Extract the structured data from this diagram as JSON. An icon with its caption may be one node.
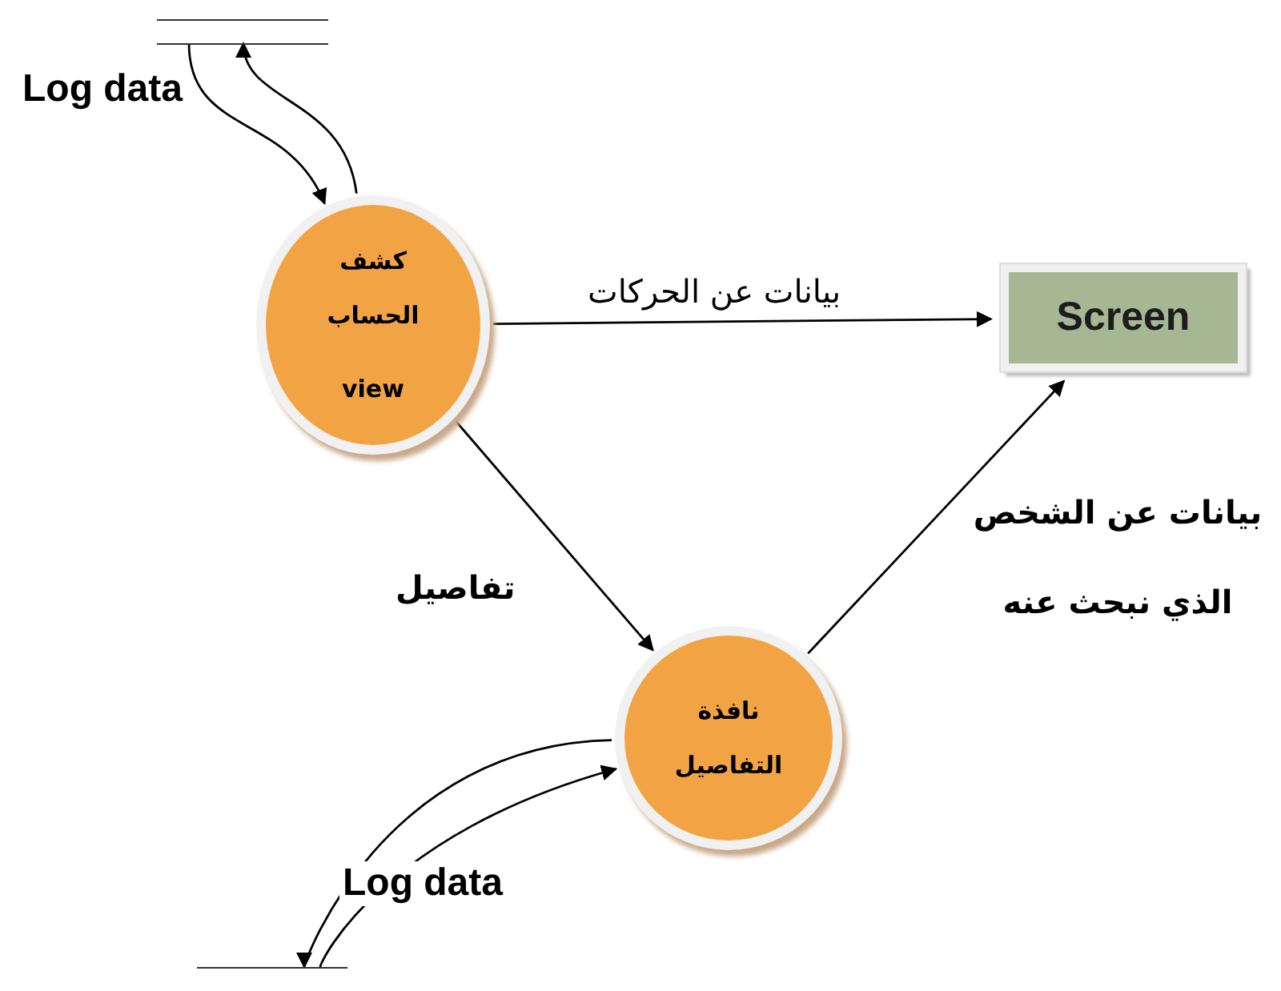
{
  "diagram": {
    "nodes": [
      {
        "text": [],
        "shape": "bar"
      },
      {
        "text": [
          "كشف الحساب",
          "view"
        ]
      },
      {
        "text": [
          "Screen"
        ]
      },
      {
        "text": [
          "نافذة التفاصيل"
        ]
      },
      {
        "text": [],
        "shape": "bar"
      }
    ],
    "edges": [
      {
        "from": 0,
        "to": 1,
        "arrow": "to",
        "label": "Log data"
      },
      {
        "from": 1,
        "to": 0,
        "arrow": "to"
      },
      {
        "from": 1,
        "to": 2,
        "arrow": "to",
        "label": "بيانات عن الحركات"
      },
      {
        "from": 1,
        "to": 3,
        "arrow": "to",
        "label": "تفاصيل"
      },
      {
        "from": 3,
        "to": 2,
        "arrow": "to",
        "label": "بيانات عن الشخص الذي نبحث عنه"
      },
      {
        "from": 3,
        "to": 4,
        "arrow": "to"
      },
      {
        "from": 4,
        "to": 3,
        "arrow": "to",
        "label": "Log data"
      }
    ]
  }
}
